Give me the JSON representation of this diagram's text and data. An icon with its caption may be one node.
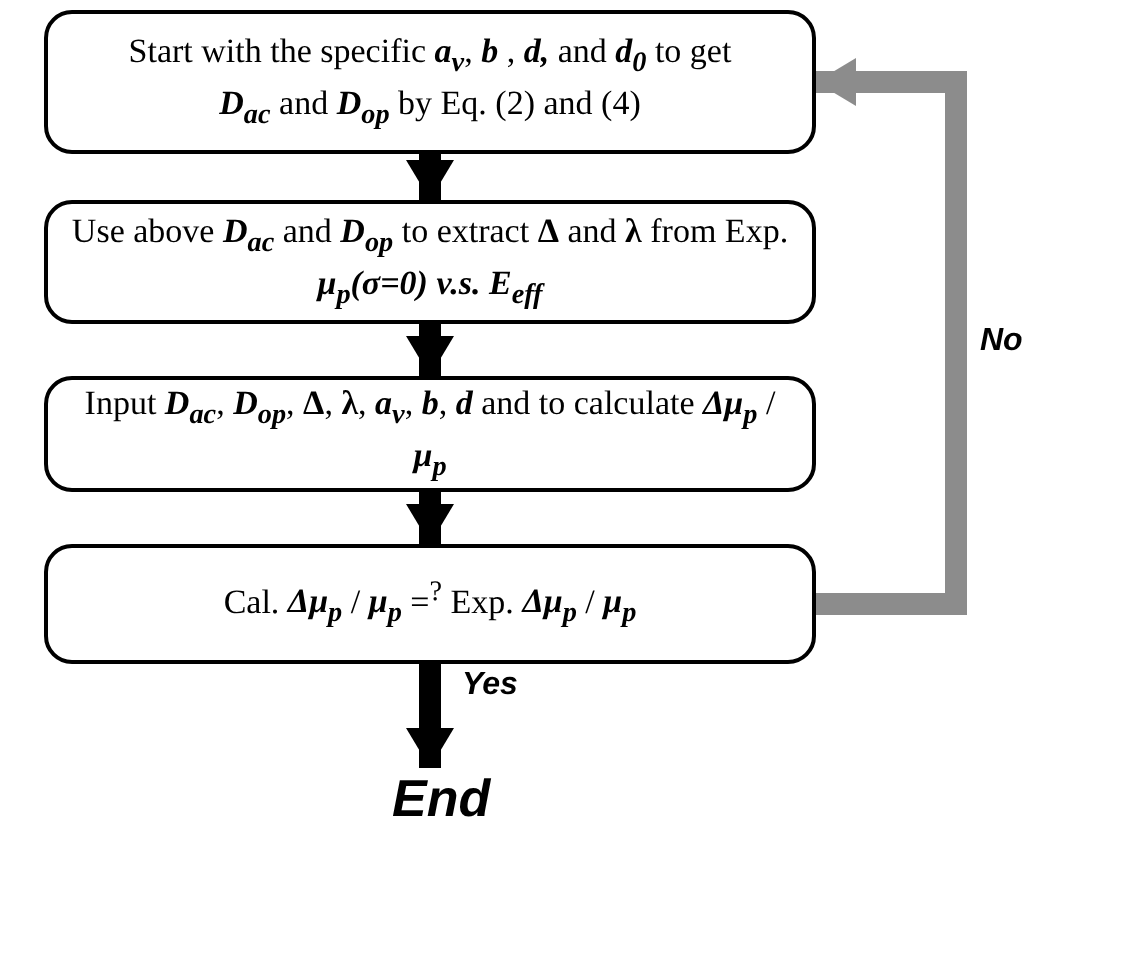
{
  "diagram": {
    "nodes": [
      {
        "text": [
          "Start with the specific *a$_{v}$*, *b* , *d,* and *d$_{0}$* to get *D$_{ac}$* and *D$_{op}$* by Eq. (2) and (4)"
        ]
      },
      {
        "text": [
          "Use above *D$_{ac}$* and *D$_{op}$* to extract **Δ** and **λ** from Exp. *μ$_{p}$(σ=0) v.s. E$_{eff}$*"
        ]
      },
      {
        "text": [
          "Input *D$_{ac}$*, *D$_{op}$*, **Δ**, **λ**, *a$_{v}$*, *b*, *d* and to calculate *Δμ$_{p}$* / *μ$_{p}$*"
        ]
      },
      {
        "text": [
          "Cal. *Δμ$_{p}$* / *μ$_{p}$* =$^{?}$ Exp. *Δμ$_{p}$* / *μ$_{p}$*"
        ]
      },
      {
        "text": [
          "End"
        ]
      }
    ],
    "edges": [
      {
        "from": 0,
        "to": 1,
        "arrow": "to"
      },
      {
        "from": 1,
        "to": 2,
        "arrow": "to"
      },
      {
        "from": 2,
        "to": 3,
        "arrow": "to"
      },
      {
        "from": 3,
        "to": 4,
        "arrow": "to",
        "label": "Yes"
      },
      {
        "from": 3,
        "to": 0,
        "arrow": "to",
        "color": "#8c8c8c",
        "label": "No"
      }
    ]
  }
}
